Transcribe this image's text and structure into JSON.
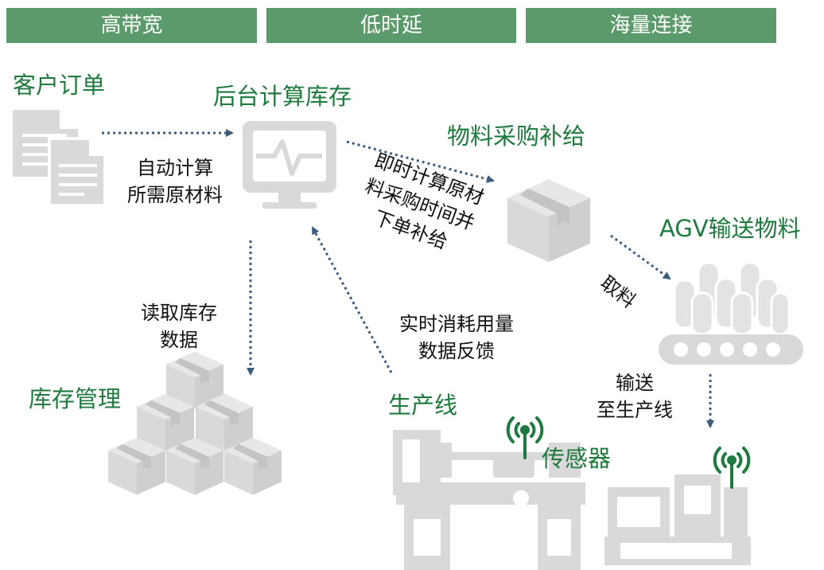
{
  "header": {
    "tabs": [
      {
        "label": "高带宽"
      },
      {
        "label": "低时延"
      },
      {
        "label": "海量连接"
      }
    ]
  },
  "nodes": {
    "customer_order": "客户订单",
    "backend": "后台计算库存",
    "procurement": "物料采购补给",
    "agv": "AGV输送物料",
    "inventory": "库存管理",
    "production_line": "生产线",
    "sensor": "传感器"
  },
  "flows": {
    "auto_calc": [
      "自动计算",
      "所需原材料"
    ],
    "realtime_calc": [
      "即时计算原材",
      "料采购时间并",
      "下单补给"
    ],
    "pick": "取料",
    "read_inventory": [
      "读取库存",
      "数据"
    ],
    "feedback": [
      "实时消耗用量",
      "数据反馈"
    ],
    "deliver": [
      "输送",
      "至生产线"
    ]
  },
  "colors": {
    "tab_bg": "#5b9b6b",
    "label_green": "#1e7a3e",
    "icon_gray": "#d9d9d9",
    "arrow": "#3d5c7a"
  },
  "icons": [
    "documents-icon",
    "monitor-icon",
    "box-icon",
    "conveyor-icon",
    "boxes-pile-icon",
    "lathe-icon",
    "machine-icon",
    "signal-icon"
  ]
}
